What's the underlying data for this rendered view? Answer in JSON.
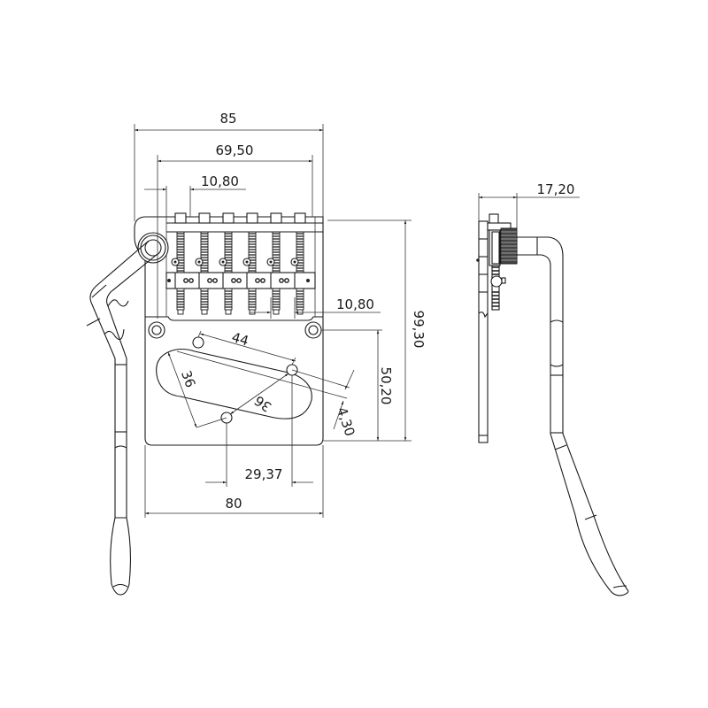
{
  "drawing": {
    "subject": "Guitar tremolo bridge with whammy arm — technical dimension drawing",
    "views": [
      "front-view",
      "side-view"
    ],
    "line_color": "#1a1a1a",
    "background": "#ffffff"
  },
  "front_view": {
    "dimensions": {
      "overall_width": "85",
      "saddle_span": "69,50",
      "string_spacing_top": "10,80",
      "string_spacing_right": "10,80",
      "overall_height": "99,30",
      "mount_to_bottom": "50,20",
      "pickup_hole_spacing": "44",
      "pickup_diag_left": "36",
      "pickup_diag_center": "36",
      "pickup_offset": "4,30",
      "pickup_hole_horizontal": "29,37",
      "base_width": "80"
    },
    "saddle_count": 6
  },
  "side_view": {
    "dimensions": {
      "depth": "17,20"
    }
  }
}
